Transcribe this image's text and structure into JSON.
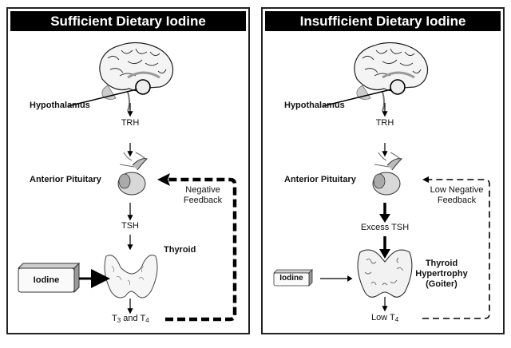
{
  "panels": [
    {
      "title": "Sufficient Dietary Iodine",
      "hypothalamus": "Hypothalamus",
      "trh": "TRH",
      "pituitary": "Anterior Pituitary",
      "feedback_line1": "Negative",
      "feedback_line2": "Feedback",
      "tsh": "TSH",
      "thyroid_line1": "Thyroid",
      "thyroid_line2": "",
      "thyroid_line3": "",
      "iodine": "Iodine",
      "output_prefix": "T",
      "output_sub1": "3",
      "output_mid": " and T",
      "output_sub2": "4"
    },
    {
      "title": "Insufficient Dietary Iodine",
      "hypothalamus": "Hypothalamus",
      "trh": "TRH",
      "pituitary": "Anterior Pituitary",
      "feedback_line1": "Low Negative",
      "feedback_line2": "Feedback",
      "tsh": "Excess TSH",
      "thyroid_line1": "Thyroid",
      "thyroid_line2": "Hypertrophy",
      "thyroid_line3": "(Goiter)",
      "iodine": "Iodine",
      "output_prefix": "Low T",
      "output_sub2": "4"
    }
  ]
}
